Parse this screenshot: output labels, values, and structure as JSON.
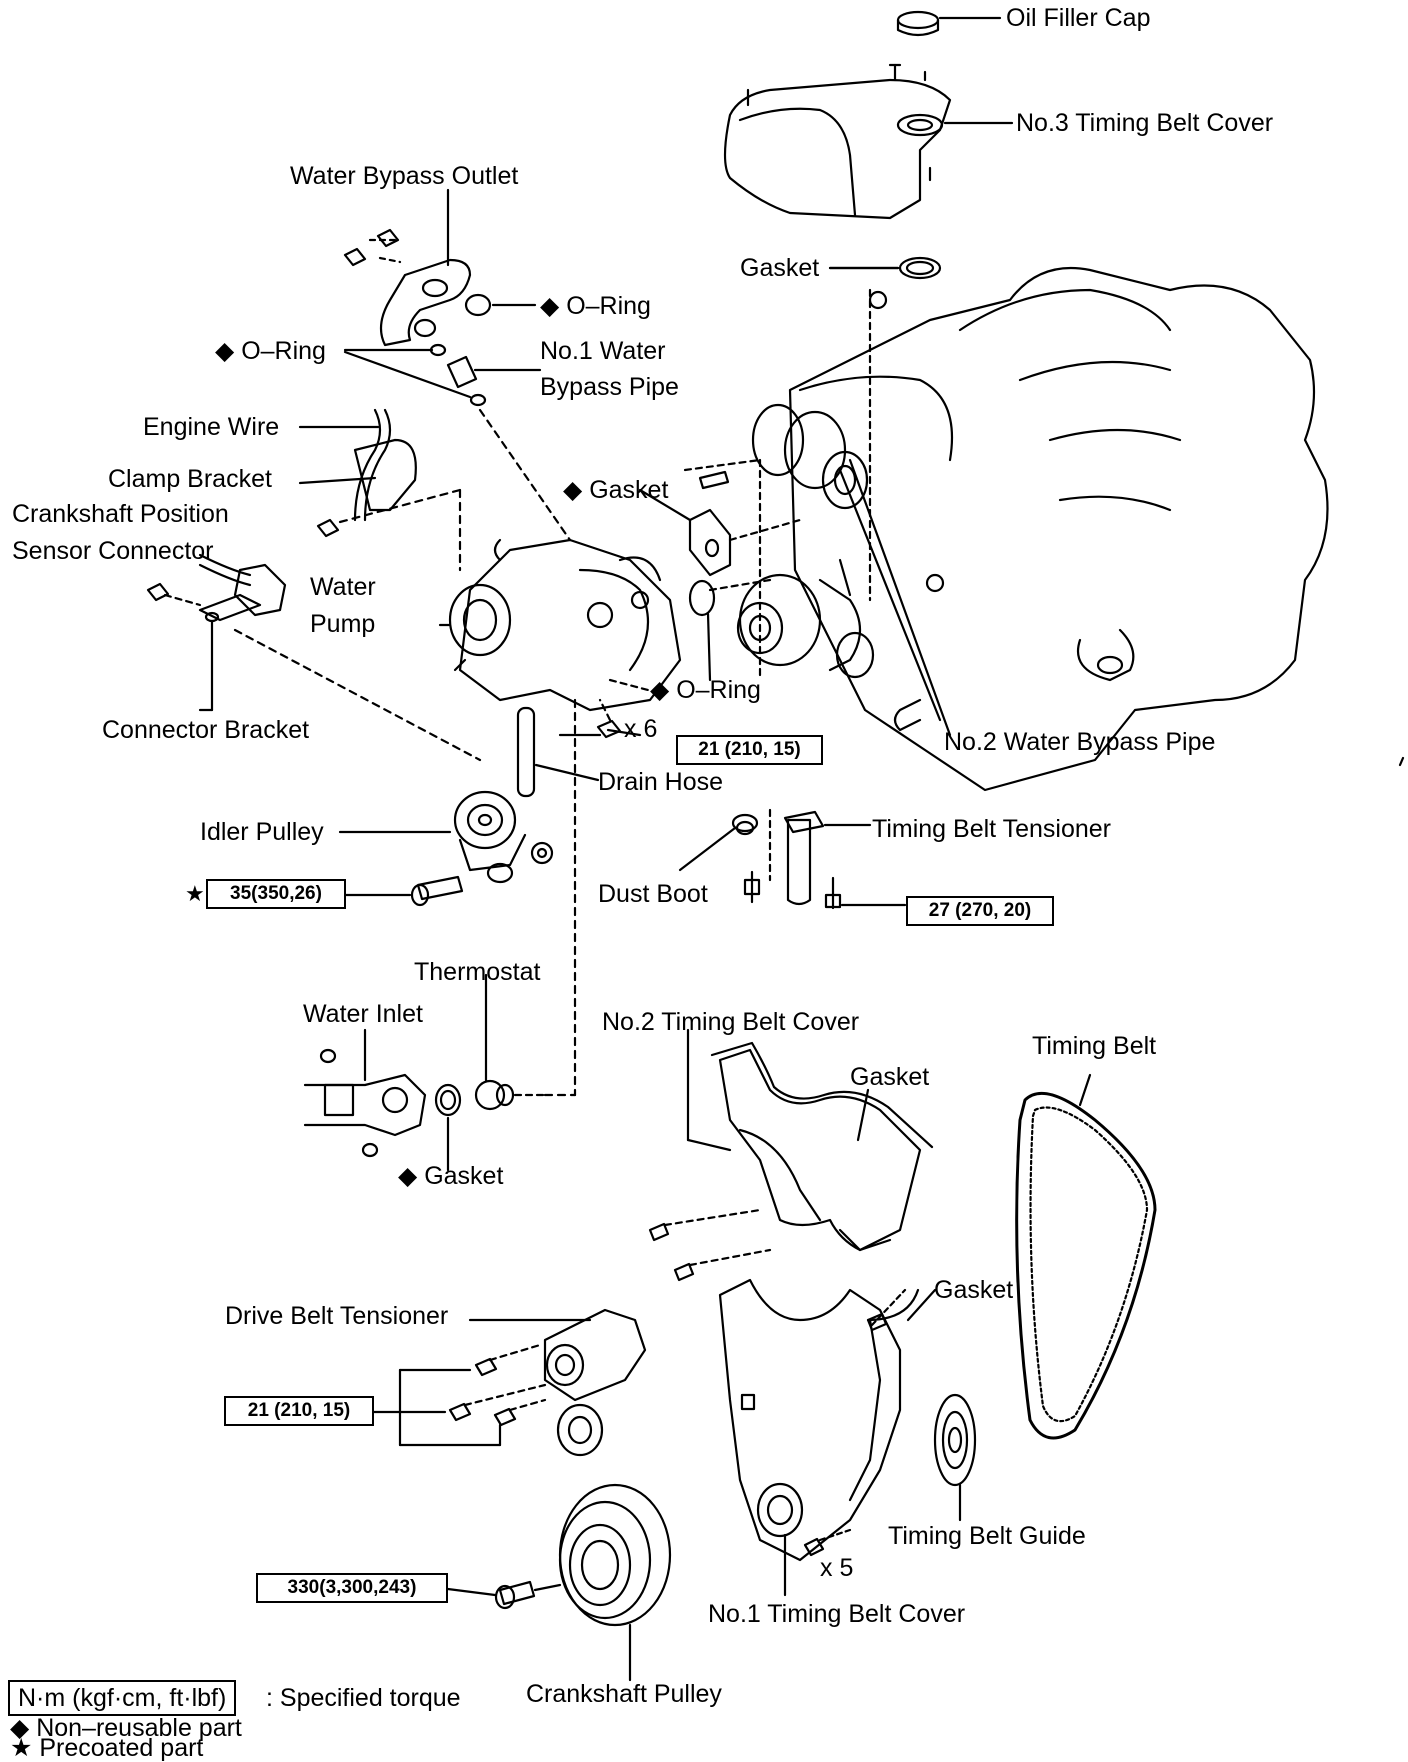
{
  "labels": {
    "oil_filler_cap": "Oil Filler Cap",
    "no3_timing_belt_cover": "No.3 Timing Belt Cover",
    "gasket_top": "Gasket",
    "water_bypass_outlet": "Water Bypass Outlet",
    "o_ring_right": "O–Ring",
    "o_ring_left": "O–Ring",
    "no1_water_bypass_pipe_line1": "No.1 Water",
    "no1_water_bypass_pipe_line2": "Bypass Pipe",
    "engine_wire": "Engine Wire",
    "clamp_bracket": "Clamp Bracket",
    "crankshaft_position_line1": "Crankshaft Position",
    "crankshaft_position_line2": "Sensor Connector",
    "gasket_pump": "Gasket",
    "water_pump_line1": "Water",
    "water_pump_line2": "Pump",
    "o_ring_pump": "O–Ring",
    "x6": "x 6",
    "connector_bracket": "Connector Bracket",
    "no2_water_bypass_pipe": "No.2 Water Bypass Pipe",
    "drain_hose": "Drain Hose",
    "idler_pulley": "Idler Pulley",
    "timing_belt_tensioner": "Timing Belt Tensioner",
    "dust_boot": "Dust Boot",
    "thermostat": "Thermostat",
    "water_inlet": "Water Inlet",
    "no2_timing_belt_cover": "No.2 Timing Belt Cover",
    "timing_belt": "Timing Belt",
    "gasket_no2_cover": "Gasket",
    "gasket_inlet": "Gasket",
    "gasket_no1_cover": "Gasket",
    "drive_belt_tensioner": "Drive Belt Tensioner",
    "timing_belt_guide": "Timing Belt Guide",
    "x5": "x 5",
    "no1_timing_belt_cover": "No.1 Timing Belt Cover",
    "crankshaft_pulley": "Crankshaft Pulley"
  },
  "torques": {
    "water_pump": "21 (210, 15)",
    "idler_pulley": "35(350,26)",
    "tensioner": "27 (270, 20)",
    "drive_belt": "21 (210, 15)",
    "crank_pulley": "330(3,300,243)"
  },
  "legend": {
    "torque_box": "N·m (kgf·cm, ft·lbf)",
    "torque_text": ": Specified torque",
    "nonreusable_symbol": "◆",
    "nonreusable_text": "Non–reusable part",
    "precoated_symbol": "★",
    "precoated_text": "Precoated part"
  },
  "symbols": {
    "diamond": "◆",
    "star": "★"
  }
}
